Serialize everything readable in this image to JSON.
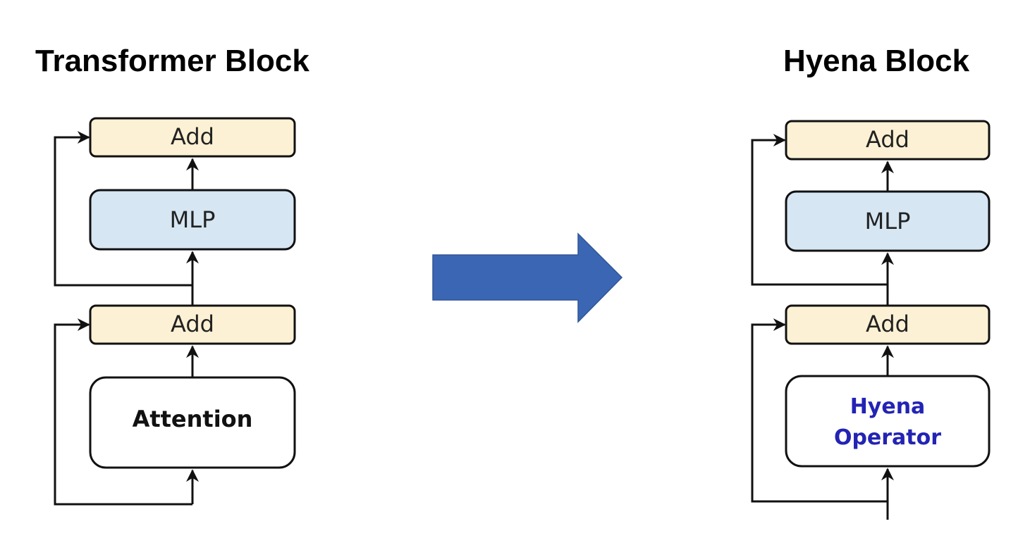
{
  "left_block": {
    "title": "Transformer Block",
    "add_top_label": "Add",
    "mlp_label": "MLP",
    "add_bottom_label": "Add",
    "mixer_label": "Attention"
  },
  "right_block": {
    "title": "Hyena Block",
    "add_top_label": "Add",
    "mlp_label": "MLP",
    "add_bottom_label": "Add",
    "mixer_label_line1": "Hyena",
    "mixer_label_line2": "Operator"
  },
  "colors": {
    "add_fill": "#fcf1d4",
    "mlp_fill": "#d6e6f2",
    "mixer_fill": "#ffffff",
    "arrow_fill": "#3b66b3",
    "hyena_text": "#2323b4"
  },
  "icons": {
    "transition": "right-block-arrow"
  }
}
